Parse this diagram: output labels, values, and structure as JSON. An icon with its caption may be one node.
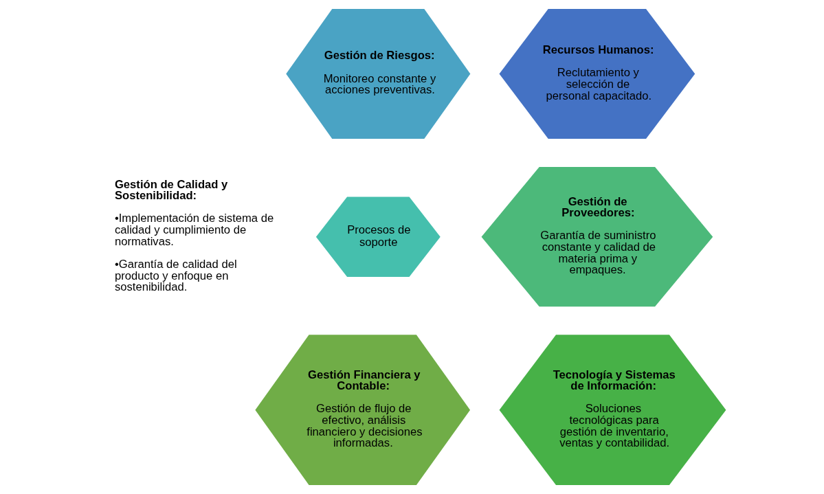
{
  "diagram": {
    "nodes": [
      {
        "text": [
          "Gestión de Riesgos:",
          "Monitoreo constante y acciones preventivas."
        ]
      },
      {
        "text": [
          "Recursos Humanos:",
          "Reclutamiento y selección de personal capacitado."
        ]
      },
      {
        "text": [
          "Gestión de Calidad y Sostenibilidad:",
          "•Implementación de sistema de calidad y cumplimiento de normativas.",
          "•Garantía de calidad del producto y enfoque en sostenibilidad."
        ]
      },
      {
        "text": [
          "Procesos de soporte"
        ]
      },
      {
        "text": [
          "Gestión de Proveedores:",
          "Garantía de suministro constante y calidad de materia prima y empaques."
        ]
      },
      {
        "text": [
          "Gestión Financiera y Contable:",
          "Gestión de flujo de efectivo, análisis financiero y decisiones informadas."
        ]
      },
      {
        "text": [
          "Tecnología y Sistemas de Información:",
          "Soluciones tecnológicas para gestión de inventario, ventas y contabilidad."
        ]
      }
    ],
    "edges": []
  }
}
